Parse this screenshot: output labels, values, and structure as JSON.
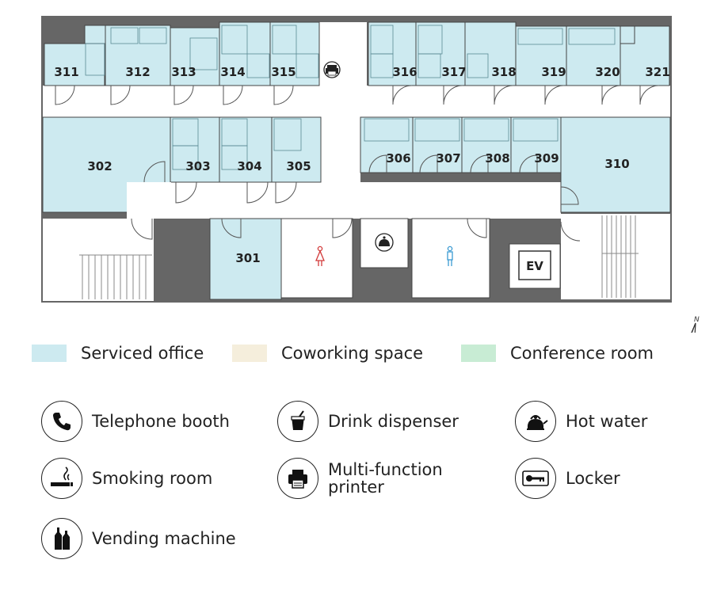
{
  "rooms": {
    "r311": "311",
    "r312": "312",
    "r313": "313",
    "r314": "314",
    "r315": "315",
    "r316": "316",
    "r317": "317",
    "r318": "318",
    "r319": "319",
    "r320": "320",
    "r321": "321",
    "r302": "302",
    "r303": "303",
    "r304": "304",
    "r305": "305",
    "r306": "306",
    "r307": "307",
    "r308": "308",
    "r309": "309",
    "r310": "310",
    "r301": "301",
    "ev": "EV"
  },
  "compass": {
    "north": "N"
  },
  "legend": {
    "serviced": {
      "label": "Serviced office",
      "color": "#cdeaf0"
    },
    "coworking": {
      "label": "Coworking space",
      "color": "#f5eedc"
    },
    "conference": {
      "label": "Conference room",
      "color": "#c8ecd4"
    }
  },
  "icons": {
    "telephone": "Telephone booth",
    "drink": "Drink dispenser",
    "hotwater": "Hot water",
    "smoking": "Smoking room",
    "printer_line1": "Multi-function",
    "printer_line2": "printer",
    "locker": "Locker",
    "vending": "Vending machine"
  },
  "colors": {
    "wall": "#666666",
    "office": "#cdeaf0",
    "line": "#444444"
  }
}
